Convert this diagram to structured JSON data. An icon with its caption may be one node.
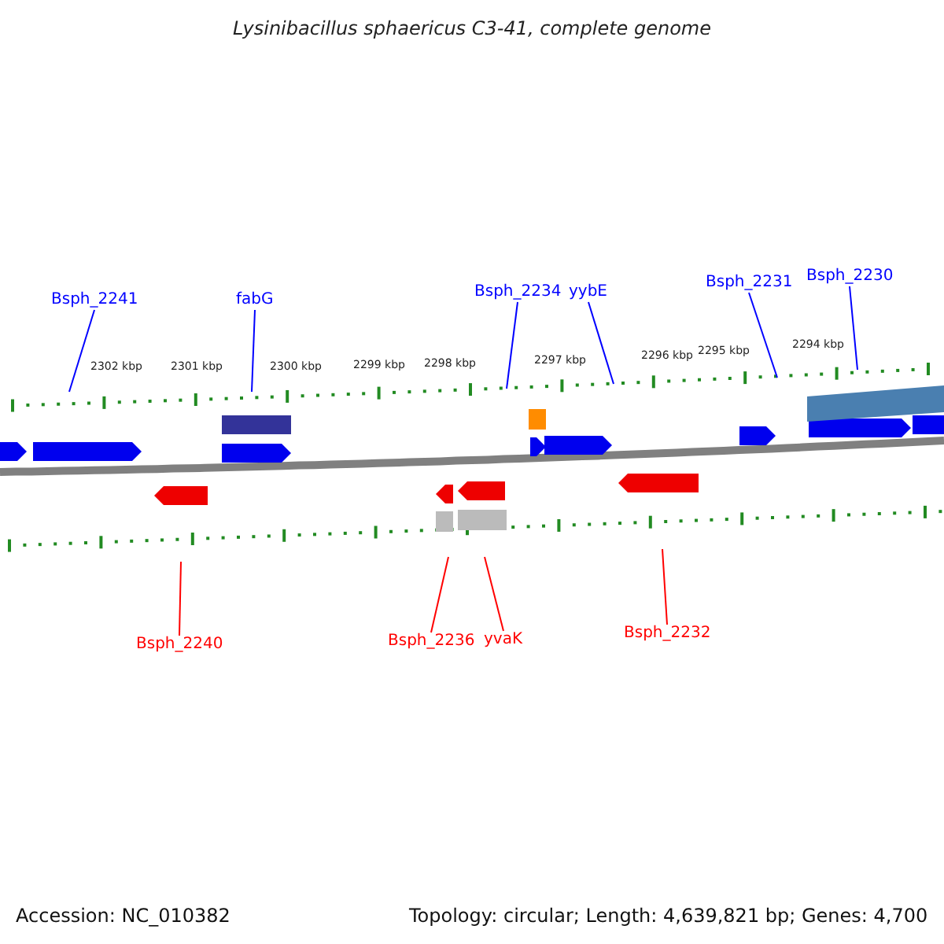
{
  "diagram": {
    "title": "Lysinibacillus sphaericus C3-41, complete genome",
    "nodes": [
      {
        "text": [
          "Bsph_2241"
        ]
      },
      {
        "text": [
          "fabG"
        ]
      },
      {
        "text": [
          "Bsph_2234"
        ]
      },
      {
        "text": [
          "yybE"
        ]
      },
      {
        "text": [
          "Bsph_2231"
        ]
      },
      {
        "text": [
          "Bsph_2230"
        ]
      },
      {
        "text": [
          "Bsph_2240"
        ]
      },
      {
        "text": [
          "Bsph_2236"
        ]
      },
      {
        "text": [
          "yvaK"
        ]
      },
      {
        "text": [
          "Bsph_2232"
        ]
      }
    ],
    "edges": [
      {
        "from": 0,
        "to": null,
        "arrow": "none",
        "color": "#0000ff"
      },
      {
        "from": 1,
        "to": null,
        "arrow": "none",
        "color": "#0000ff"
      },
      {
        "from": 2,
        "to": null,
        "arrow": "none",
        "color": "#0000ff"
      },
      {
        "from": 3,
        "to": null,
        "arrow": "none",
        "color": "#0000ff"
      },
      {
        "from": 4,
        "to": null,
        "arrow": "none",
        "color": "#0000ff"
      },
      {
        "from": 5,
        "to": null,
        "arrow": "none",
        "color": "#0000ff"
      },
      {
        "from": 6,
        "to": null,
        "arrow": "none",
        "color": "#ff0000"
      },
      {
        "from": 7,
        "to": null,
        "arrow": "none",
        "color": "#ff0000"
      },
      {
        "from": 8,
        "to": null,
        "arrow": "none",
        "color": "#ff0000"
      },
      {
        "from": 9,
        "to": null,
        "arrow": "none",
        "color": "#ff0000"
      }
    ],
    "labels": [
      "2302 kbp",
      "2301 kbp",
      "2300 kbp",
      "2299 kbp",
      "2298 kbp",
      "2297 kbp",
      "2296 kbp",
      "2295 kbp",
      "2294 kbp",
      "Accession: NC_010382",
      "Topology: circular; Length: 4,639,821 bp; Genes: 4,700"
    ]
  }
}
